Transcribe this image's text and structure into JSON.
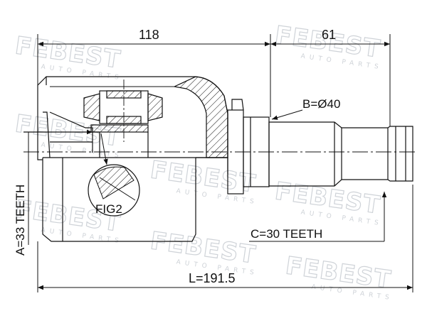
{
  "watermark": {
    "brand": "FEBEST",
    "tagline": "AUTO PARTS"
  },
  "dimensions": {
    "housing_length": "118",
    "shaft_length": "61",
    "total_length": "L=191.5"
  },
  "labels": {
    "outer_diameter": "B=Ø40",
    "inner_teeth": "A=33 TEETH",
    "shaft_teeth": "C=30 TEETH",
    "figure_ref": "FIG2"
  },
  "colors": {
    "line": "#111111",
    "watermark": "#cfd3d8"
  }
}
